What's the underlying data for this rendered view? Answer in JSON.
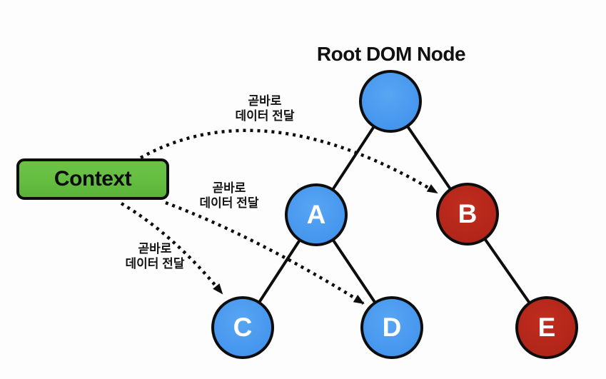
{
  "title": "Root DOM Node",
  "context_box": {
    "label": "Context"
  },
  "colors": {
    "node_blue": "#4596ee",
    "node_red": "#b2251a",
    "context_green": "#63bd3f",
    "line_black": "#0d0d0d"
  },
  "nodes": [
    {
      "id": "root",
      "label": "",
      "color": "blue"
    },
    {
      "id": "A",
      "label": "A",
      "color": "blue"
    },
    {
      "id": "B",
      "label": "B",
      "color": "red"
    },
    {
      "id": "C",
      "label": "C",
      "color": "blue"
    },
    {
      "id": "D",
      "label": "D",
      "color": "blue"
    },
    {
      "id": "E",
      "label": "E",
      "color": "red"
    }
  ],
  "tree_edges": [
    {
      "from": "root",
      "to": "A"
    },
    {
      "from": "root",
      "to": "B"
    },
    {
      "from": "A",
      "to": "C"
    },
    {
      "from": "A",
      "to": "D"
    },
    {
      "from": "B",
      "to": "E"
    }
  ],
  "context_arrows": [
    {
      "target": "B",
      "label_line1": "곧바로",
      "label_line2": "데이터 전달"
    },
    {
      "target": "D",
      "label_line1": "곧바로",
      "label_line2": "데이터 전달"
    },
    {
      "target": "C",
      "label_line1": "곧바로",
      "label_line2": "데이터 전달"
    }
  ]
}
